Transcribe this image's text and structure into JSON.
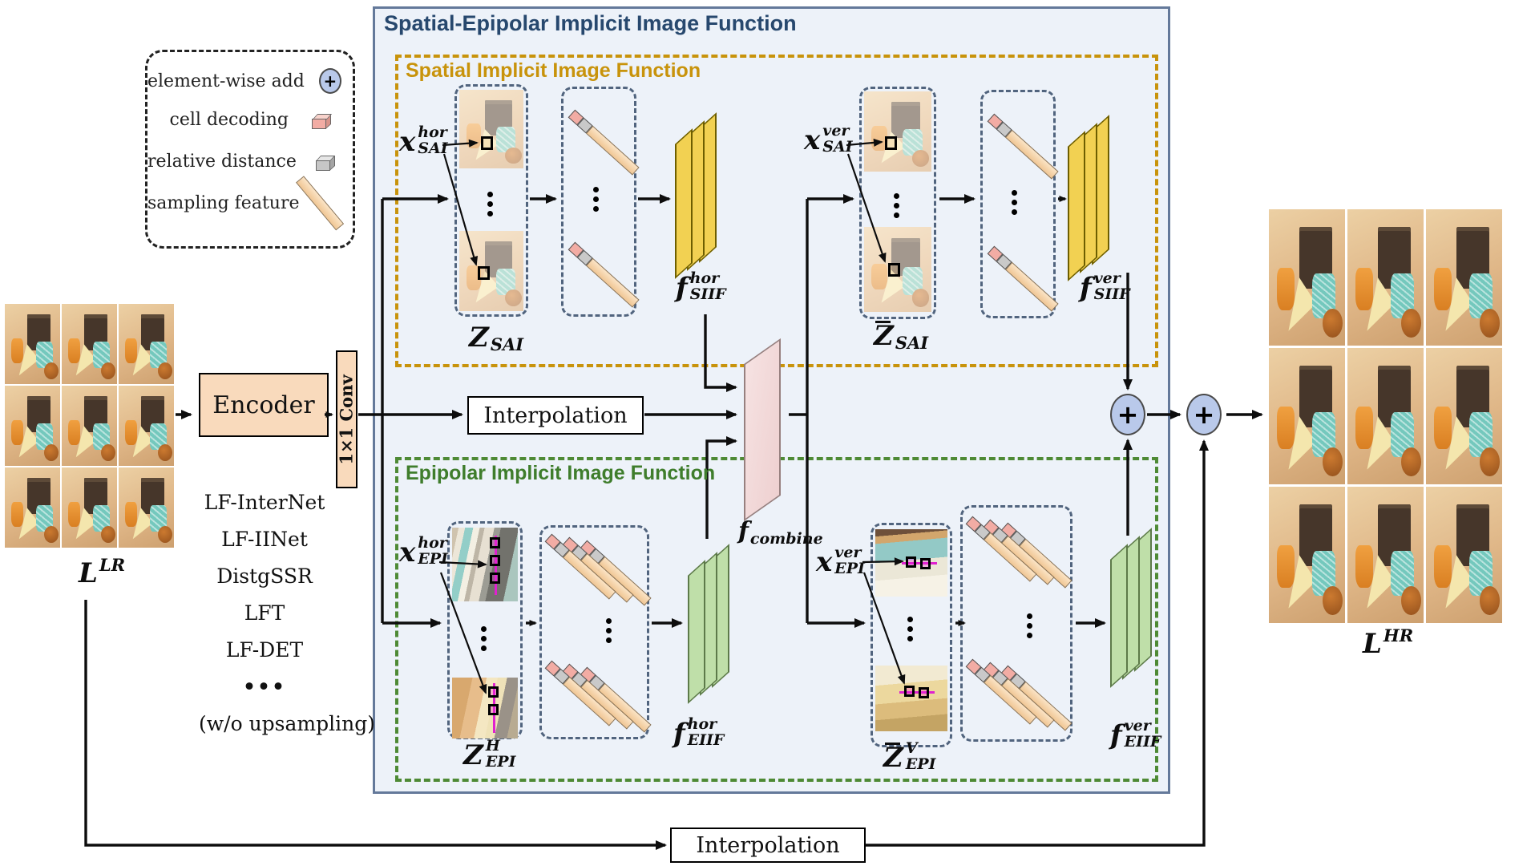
{
  "legend": {
    "plus": "+",
    "items": [
      {
        "label": "element-wise add"
      },
      {
        "label": "cell decoding"
      },
      {
        "label": "relative distance"
      },
      {
        "label": "sampling feature"
      }
    ]
  },
  "left": {
    "lr_base": "L",
    "lr_sup": "LR",
    "encoder_label": "Encoder",
    "conv_label": "1×1 Conv",
    "methods": [
      "LF-InterNet",
      "LF-IINet",
      "DistgSSR",
      "LFT",
      "LF-DET",
      "•••",
      "(w/o upsampling)"
    ]
  },
  "right": {
    "hr_base": "L",
    "hr_sup": "HR",
    "plus1": "+",
    "plus2": "+"
  },
  "boxes": {
    "main_title": "Spatial-Epipolar Implicit Image Function",
    "spatial_title": "Spatial Implicit Image Function",
    "epipolar_title": "Epipolar Implicit Image Function",
    "interpolation_top": "Interpolation",
    "interpolation_bottom": "Interpolation"
  },
  "math": {
    "x_sai_hor": {
      "base": "x",
      "sup": "hor",
      "sub": "SAI"
    },
    "z_sai": {
      "base": "Z",
      "sub": "SAI"
    },
    "f_siif_hor": {
      "base": "f",
      "sup": "hor",
      "sub": "SIIF"
    },
    "x_sai_ver": {
      "base": "x",
      "sup": "ver",
      "sub": "SAI"
    },
    "zbar_sai": {
      "base": "Z",
      "sub": "SAI"
    },
    "f_siif_ver": {
      "base": "f",
      "sup": "ver",
      "sub": "SIIF"
    },
    "x_epi_hor": {
      "base": "x",
      "sup": "hor",
      "sub": "EPI"
    },
    "z_epi_h": {
      "base": "Z",
      "sup": "H",
      "sub": "EPI"
    },
    "f_eiif_hor": {
      "base": "f",
      "sup": "hor",
      "sub": "EIIF"
    },
    "x_epi_ver": {
      "base": "x",
      "sup": "ver",
      "sub": "EPI"
    },
    "zbar_epi_v": {
      "base": "Z",
      "sup": "V",
      "sub": "EPI"
    },
    "f_eiif_ver": {
      "base": "f",
      "sup": "ver",
      "sub": "EIIF"
    },
    "f_combine": {
      "base": "f",
      "sub": "combine"
    }
  },
  "colors": {
    "spatial_accent": "#c8930b",
    "epipolar_accent": "#4e8a35",
    "main_title": "#27486e",
    "slab_yellow": "#f2d152",
    "slab_green": "#bfdfa9",
    "slab_pink": "#f6e2e2",
    "cube_pink": "#f2aca4",
    "cube_gray": "#c9c9c9",
    "bar_tan": "#f0c694",
    "encoder_fill": "#f9dabc",
    "plus_fill": "#b9c9ea"
  }
}
